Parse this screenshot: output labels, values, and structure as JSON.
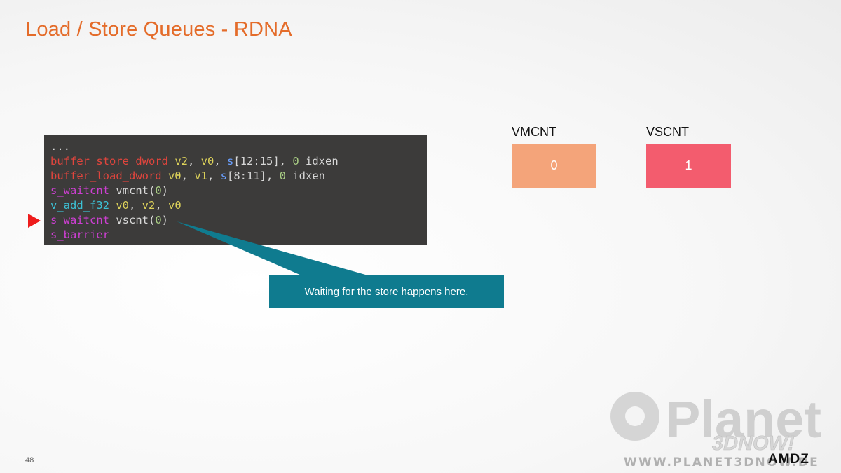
{
  "slide": {
    "title": "Load / Store Queues - RDNA",
    "page_number": "48"
  },
  "code": {
    "lines": [
      [
        {
          "text": "...",
          "color": "white"
        }
      ],
      [
        {
          "text": "buffer_store_dword",
          "color": "red"
        },
        {
          "text": " v2",
          "color": "yellow"
        },
        {
          "text": ", ",
          "color": "white"
        },
        {
          "text": "v0",
          "color": "yellow"
        },
        {
          "text": ", ",
          "color": "white"
        },
        {
          "text": "s",
          "color": "blue"
        },
        {
          "text": "[12:15]",
          "color": "white"
        },
        {
          "text": ", ",
          "color": "white"
        },
        {
          "text": "0",
          "color": "green"
        },
        {
          "text": " idxen",
          "color": "white"
        }
      ],
      [
        {
          "text": "buffer_load_dword",
          "color": "red"
        },
        {
          "text": " v0",
          "color": "yellow"
        },
        {
          "text": ", ",
          "color": "white"
        },
        {
          "text": "v1",
          "color": "yellow"
        },
        {
          "text": ", ",
          "color": "white"
        },
        {
          "text": "s",
          "color": "blue"
        },
        {
          "text": "[8:11]",
          "color": "white"
        },
        {
          "text": ", ",
          "color": "white"
        },
        {
          "text": "0",
          "color": "green"
        },
        {
          "text": " idxen",
          "color": "white"
        }
      ],
      [
        {
          "text": "s_waitcnt",
          "color": "magenta"
        },
        {
          "text": " vmcnt(",
          "color": "white"
        },
        {
          "text": "0",
          "color": "green"
        },
        {
          "text": ")",
          "color": "white"
        }
      ],
      [
        {
          "text": "v_add_f32",
          "color": "cyan"
        },
        {
          "text": " v0",
          "color": "yellow"
        },
        {
          "text": ", ",
          "color": "white"
        },
        {
          "text": "v2",
          "color": "yellow"
        },
        {
          "text": ", ",
          "color": "white"
        },
        {
          "text": "v0",
          "color": "yellow"
        }
      ],
      [
        {
          "text": "s_waitcnt",
          "color": "magenta"
        },
        {
          "text": " vscnt(",
          "color": "white"
        },
        {
          "text": "0",
          "color": "green"
        },
        {
          "text": ")",
          "color": "white"
        }
      ],
      [
        {
          "text": "s_barrier",
          "color": "magenta"
        }
      ]
    ],
    "current_line": 5
  },
  "callout": {
    "text": "Waiting for the store happens here."
  },
  "counters": [
    {
      "label": "VMCNT",
      "value": "0",
      "color": "#f4a47a"
    },
    {
      "label": "VSCNT",
      "value": "1",
      "color": "#f35c6e"
    }
  ],
  "watermark": {
    "text": "Planet",
    "subtext": "3DNOW!",
    "url": "WWW.PLANET3DNOW.DE"
  },
  "logo": {
    "text": "AMDZ"
  },
  "colors": {
    "title": "#e46c2a",
    "code_bg": "#3c3b3a",
    "callout_bg": "#0f7b8f",
    "arrow": "#ee1c1c"
  }
}
